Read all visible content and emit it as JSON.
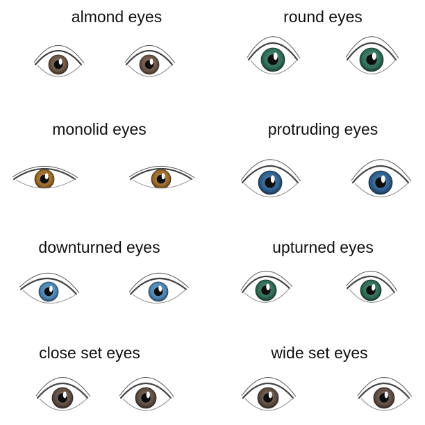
{
  "cells": [
    {
      "label": "almond eyes",
      "iris": "#6b5546"
    },
    {
      "label": "round eyes",
      "iris": "#2f6e58"
    },
    {
      "label": "monolid eyes",
      "iris": "#9a6a2a"
    },
    {
      "label": "protruding eyes",
      "iris": "#2e5f8e"
    },
    {
      "label": "downturned eyes",
      "iris": "#4c86b4"
    },
    {
      "label": "upturned eyes",
      "iris": "#2f6b55"
    },
    {
      "label": "close set eyes",
      "iris": "#5e4d43"
    },
    {
      "label": "wide set eyes",
      "iris": "#5e4d43"
    }
  ]
}
